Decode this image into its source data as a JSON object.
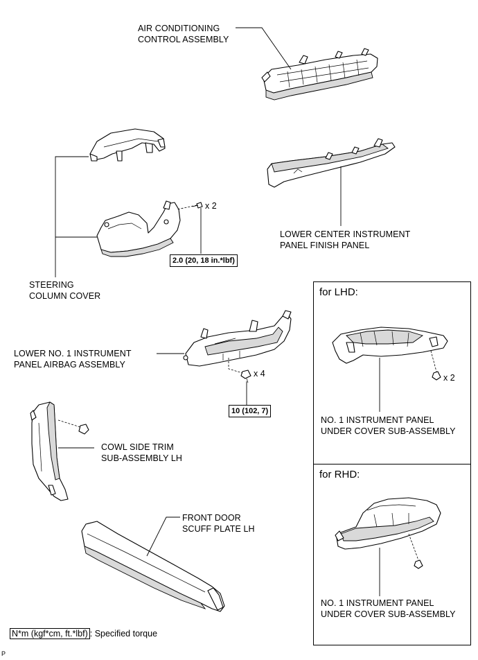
{
  "labels": {
    "ac_control": [
      "AIR CONDITIONING",
      "CONTROL ASSEMBLY"
    ],
    "lower_center_finish": [
      "LOWER CENTER INSTRUMENT",
      "PANEL FINISH PANEL"
    ],
    "steering_cover": [
      "STEERING",
      "COLUMN COVER"
    ],
    "airbag_assembly": [
      "LOWER NO. 1 INSTRUMENT",
      "PANEL AIRBAG ASSEMBLY"
    ],
    "cowl_side_trim": [
      "COWL SIDE TRIM",
      "SUB-ASSEMBLY LH"
    ],
    "scuff_plate": [
      "FRONT DOOR",
      "SCUFF PLATE LH"
    ],
    "under_cover_lhd": [
      "NO. 1 INSTRUMENT PANEL",
      "UNDER COVER SUB-ASSEMBLY"
    ],
    "under_cover_rhd": [
      "NO. 1 INSTRUMENT PANEL",
      "UNDER COVER SUB-ASSEMBLY"
    ]
  },
  "quantities": {
    "steering_screw": "x 2",
    "airbag_bolt": "x 4",
    "lhd_screw": "x 2"
  },
  "torques": {
    "steering_screw": "2.0 (20, 18 in.*lbf)",
    "airbag_bolt": "10 (102, 7)"
  },
  "panels": {
    "lhd_title": "for LHD:",
    "rhd_title": "for RHD:"
  },
  "legend": {
    "unit_box": "N*m (kgf*cm, ft.*lbf)",
    "description": ": Specified torque"
  },
  "corner_code": "P"
}
